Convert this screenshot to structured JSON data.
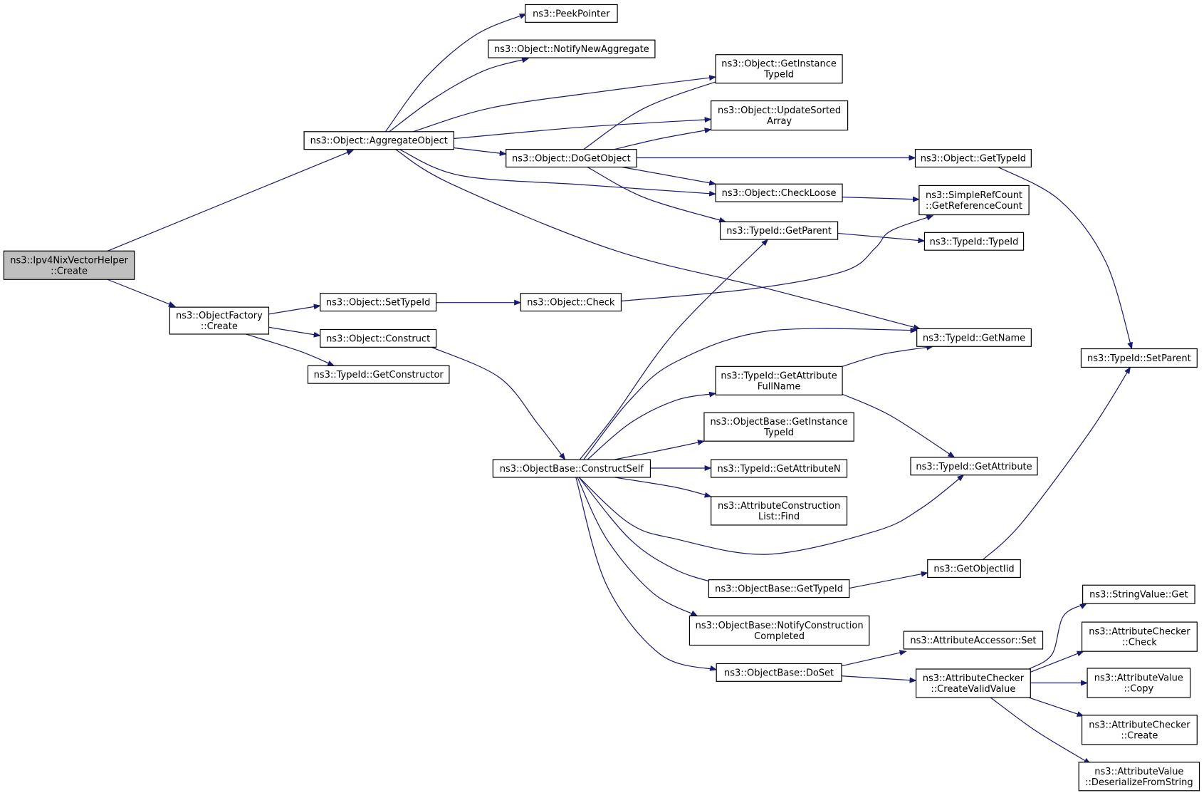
{
  "diagram": {
    "type": "call-graph",
    "colors": {
      "edge": "#191970",
      "node_border": "#000000",
      "node_fill": "#ffffff",
      "selected_fill": "#bfbfbf"
    },
    "nodes": [
      {
        "id": "n0",
        "lines": [
          "ns3::Ipv4NixVectorHelper",
          "::Create"
        ],
        "selected": true
      },
      {
        "id": "n1",
        "lines": [
          "ns3::Object::AggregateObject"
        ]
      },
      {
        "id": "n2",
        "lines": [
          "ns3::ObjectFactory",
          "::Create"
        ]
      },
      {
        "id": "n3",
        "lines": [
          "ns3::PeekPointer"
        ]
      },
      {
        "id": "n4",
        "lines": [
          "ns3::Object::NotifyNewAggregate"
        ]
      },
      {
        "id": "n5",
        "lines": [
          "ns3::Object::GetInstance",
          "TypeId"
        ]
      },
      {
        "id": "n6",
        "lines": [
          "ns3::Object::UpdateSorted",
          "Array"
        ]
      },
      {
        "id": "n7",
        "lines": [
          "ns3::Object::DoGetObject"
        ]
      },
      {
        "id": "n8",
        "lines": [
          "ns3::Object::CheckLoose"
        ]
      },
      {
        "id": "n9",
        "lines": [
          "ns3::TypeId::GetName"
        ]
      },
      {
        "id": "n10",
        "lines": [
          "ns3::Object::GetTypeId"
        ]
      },
      {
        "id": "n11",
        "lines": [
          "ns3::TypeId::GetParent"
        ]
      },
      {
        "id": "n12",
        "lines": [
          "ns3::SimpleRefCount",
          "::GetReferenceCount"
        ]
      },
      {
        "id": "n13",
        "lines": [
          "ns3::TypeId::SetParent"
        ]
      },
      {
        "id": "n14",
        "lines": [
          "ns3::TypeId::TypeId"
        ]
      },
      {
        "id": "n15",
        "lines": [
          "ns3::Object::SetTypeId"
        ]
      },
      {
        "id": "n16",
        "lines": [
          "ns3::Object::Construct"
        ]
      },
      {
        "id": "n17",
        "lines": [
          "ns3::TypeId::GetConstructor"
        ]
      },
      {
        "id": "n18",
        "lines": [
          "ns3::Object::Check"
        ]
      },
      {
        "id": "n19",
        "lines": [
          "ns3::ObjectBase::ConstructSelf"
        ]
      },
      {
        "id": "n20",
        "lines": [
          "ns3::TypeId::GetAttribute",
          "FullName"
        ]
      },
      {
        "id": "n21",
        "lines": [
          "ns3::ObjectBase::GetInstance",
          "TypeId"
        ]
      },
      {
        "id": "n22",
        "lines": [
          "ns3::TypeId::GetAttributeN"
        ]
      },
      {
        "id": "n23",
        "lines": [
          "ns3::AttributeConstruction",
          "List::Find"
        ]
      },
      {
        "id": "n24",
        "lines": [
          "ns3::TypeId::GetAttribute"
        ]
      },
      {
        "id": "n25",
        "lines": [
          "ns3::ObjectBase::GetTypeId"
        ]
      },
      {
        "id": "n26",
        "lines": [
          "ns3::ObjectBase::NotifyConstruction",
          "Completed"
        ]
      },
      {
        "id": "n27",
        "lines": [
          "ns3::ObjectBase::DoSet"
        ]
      },
      {
        "id": "n28",
        "lines": [
          "ns3::GetObjectIid"
        ]
      },
      {
        "id": "n29",
        "lines": [
          "ns3::AttributeAccessor::Set"
        ]
      },
      {
        "id": "n30",
        "lines": [
          "ns3::AttributeChecker",
          "::CreateValidValue"
        ]
      },
      {
        "id": "n31",
        "lines": [
          "ns3::StringValue::Get"
        ]
      },
      {
        "id": "n32",
        "lines": [
          "ns3::AttributeChecker",
          "::Check"
        ]
      },
      {
        "id": "n33",
        "lines": [
          "ns3::AttributeValue",
          "::Copy"
        ]
      },
      {
        "id": "n34",
        "lines": [
          "ns3::AttributeChecker",
          "::Create"
        ]
      },
      {
        "id": "n35",
        "lines": [
          "ns3::AttributeValue",
          "::DeserializeFromString"
        ]
      }
    ],
    "edges": [
      {
        "from": "n0",
        "to": "n1"
      },
      {
        "from": "n0",
        "to": "n2"
      },
      {
        "from": "n1",
        "to": "n3"
      },
      {
        "from": "n1",
        "to": "n4"
      },
      {
        "from": "n1",
        "to": "n5"
      },
      {
        "from": "n1",
        "to": "n6"
      },
      {
        "from": "n1",
        "to": "n7"
      },
      {
        "from": "n1",
        "to": "n8"
      },
      {
        "from": "n1",
        "to": "n9"
      },
      {
        "from": "n7",
        "to": "n5"
      },
      {
        "from": "n7",
        "to": "n6"
      },
      {
        "from": "n7",
        "to": "n10"
      },
      {
        "from": "n7",
        "to": "n8"
      },
      {
        "from": "n7",
        "to": "n11"
      },
      {
        "from": "n8",
        "to": "n12"
      },
      {
        "from": "n10",
        "to": "n13"
      },
      {
        "from": "n11",
        "to": "n14"
      },
      {
        "from": "n2",
        "to": "n15"
      },
      {
        "from": "n2",
        "to": "n16"
      },
      {
        "from": "n2",
        "to": "n17"
      },
      {
        "from": "n15",
        "to": "n18"
      },
      {
        "from": "n18",
        "to": "n12"
      },
      {
        "from": "n16",
        "to": "n19"
      },
      {
        "from": "n19",
        "to": "n11"
      },
      {
        "from": "n19",
        "to": "n9"
      },
      {
        "from": "n19",
        "to": "n20"
      },
      {
        "from": "n19",
        "to": "n21"
      },
      {
        "from": "n19",
        "to": "n22"
      },
      {
        "from": "n19",
        "to": "n23"
      },
      {
        "from": "n19",
        "to": "n24"
      },
      {
        "from": "n19",
        "to": "n25"
      },
      {
        "from": "n19",
        "to": "n26"
      },
      {
        "from": "n19",
        "to": "n27"
      },
      {
        "from": "n20",
        "to": "n9"
      },
      {
        "from": "n20",
        "to": "n24"
      },
      {
        "from": "n25",
        "to": "n28"
      },
      {
        "from": "n28",
        "to": "n13"
      },
      {
        "from": "n27",
        "to": "n29"
      },
      {
        "from": "n27",
        "to": "n30"
      },
      {
        "from": "n30",
        "to": "n31"
      },
      {
        "from": "n30",
        "to": "n32"
      },
      {
        "from": "n30",
        "to": "n33"
      },
      {
        "from": "n30",
        "to": "n34"
      },
      {
        "from": "n30",
        "to": "n35"
      }
    ]
  }
}
